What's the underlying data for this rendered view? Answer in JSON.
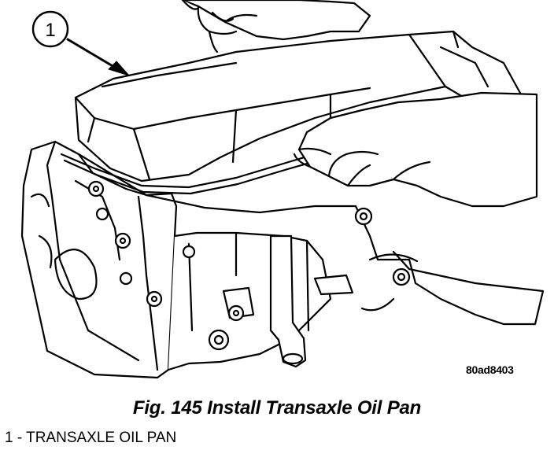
{
  "figure": {
    "callout_number": "1",
    "figure_code": "80ad8403",
    "caption": "Fig. 145 Install Transaxle Oil Pan",
    "legend": [
      {
        "text": "1 - TRANSAXLE OIL PAN"
      }
    ],
    "depicts": [
      "transaxle-oil-pan",
      "transaxle-case",
      "hand",
      "hand"
    ]
  }
}
